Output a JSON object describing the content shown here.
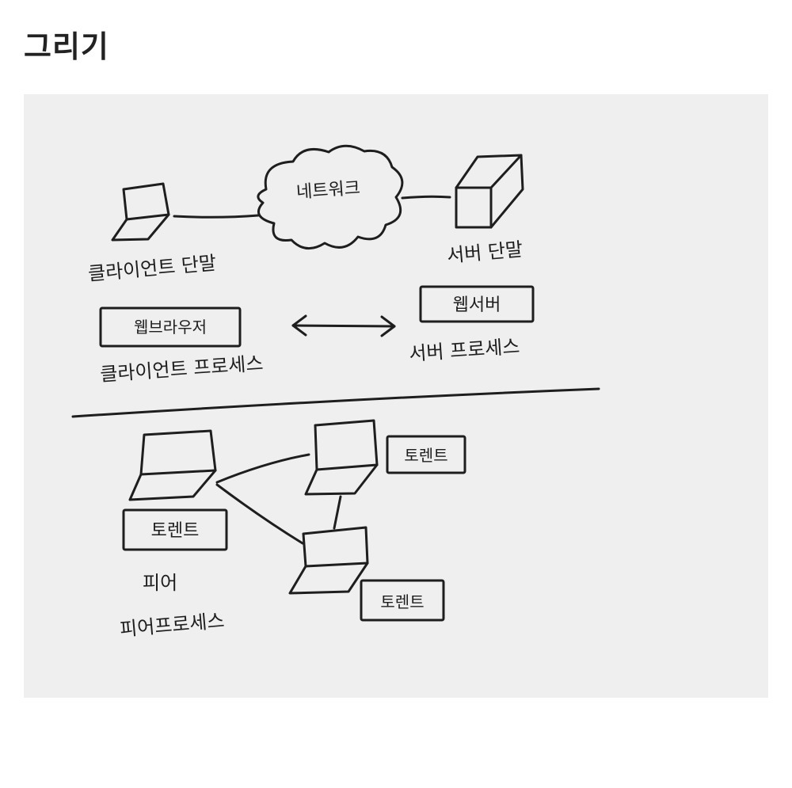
{
  "title": "그리기",
  "drawing": {
    "client_server": {
      "network": "네트워크",
      "client_terminal": "클라이언트 단말",
      "server_terminal": "서버 단말",
      "web_browser": "웹브라우저",
      "web_server": "웹서버",
      "client_process": "클라이언트 프로세스",
      "server_process": "서버 프로세스"
    },
    "p2p": {
      "torrent_left": "토렌트",
      "torrent_top": "토렌트",
      "torrent_bottom": "토렌트",
      "peer": "피어",
      "peer_process": "피어프로세스"
    }
  }
}
